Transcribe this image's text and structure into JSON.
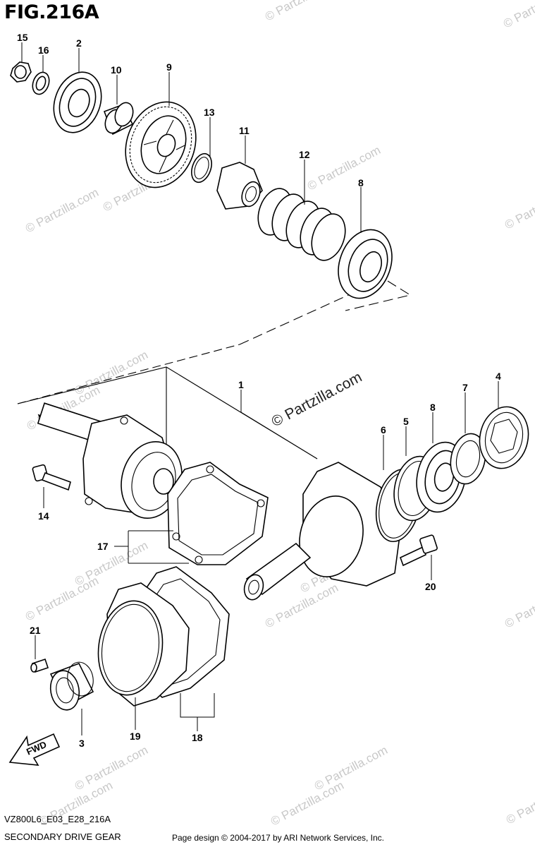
{
  "figure": {
    "title": "FIG.216A",
    "code": "VZ800L6_E03_E28_216A",
    "name": "SECONDARY DRIVE GEAR",
    "copyright": "Page design © 2004-2017 by ARI Network Services, Inc."
  },
  "watermark": {
    "text": "© Partzilla.com",
    "center_text": "© Partzilla.com"
  },
  "fwd_label": "FWD",
  "callouts": {
    "c1": "1",
    "c2": "2",
    "c3": "3",
    "c4": "4",
    "c5": "5",
    "c6": "6",
    "c7": "7",
    "c8a": "8",
    "c8b": "8",
    "c9": "9",
    "c10": "10",
    "c11": "11",
    "c12": "12",
    "c13": "13",
    "c14": "14",
    "c15": "15",
    "c16": "16",
    "c17": "17",
    "c18": "18",
    "c19": "19",
    "c20": "20",
    "c21": "21"
  }
}
